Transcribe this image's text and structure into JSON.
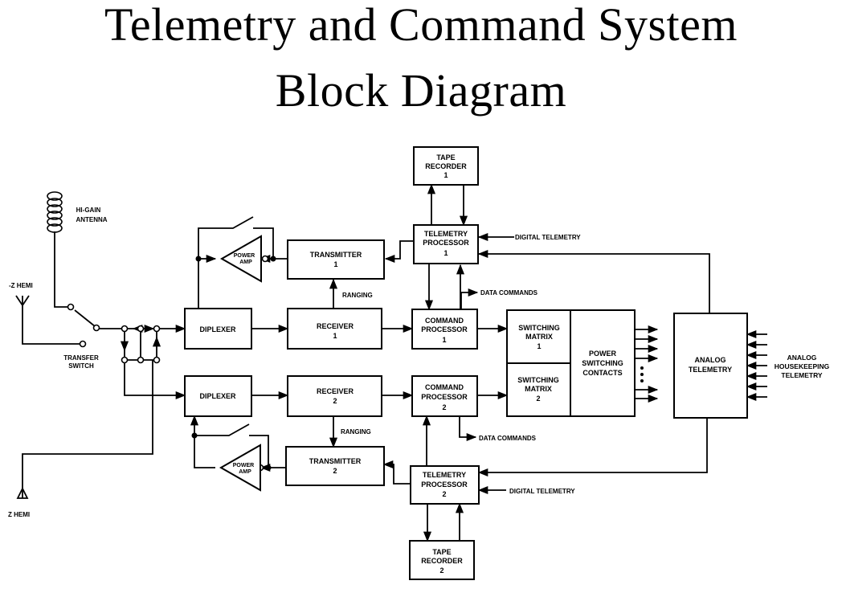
{
  "title": {
    "line1": "Telemetry and Command System",
    "line2": "Block Diagram"
  },
  "blocks": {
    "tape_recorder_1": [
      "TAPE",
      "RECORDER",
      "1"
    ],
    "tape_recorder_2": [
      "TAPE",
      "RECORDER",
      "2"
    ],
    "telemetry_processor_1": [
      "TELEMETRY",
      "PROCESSOR",
      "1"
    ],
    "telemetry_processor_2": [
      "TELEMETRY",
      "PROCESSOR",
      "2"
    ],
    "transmitter_1": [
      "TRANSMITTER",
      "1"
    ],
    "transmitter_2": [
      "TRANSMITTER",
      "2"
    ],
    "receiver_1": [
      "RECEIVER",
      "1"
    ],
    "receiver_2": [
      "RECEIVER",
      "2"
    ],
    "command_processor_1": [
      "COMMAND",
      "PROCESSOR",
      "1"
    ],
    "command_processor_2": [
      "COMMAND",
      "PROCESSOR",
      "2"
    ],
    "diplexer_1": "DIPLEXER",
    "diplexer_2": "DIPLEXER",
    "switching_matrix_1": [
      "SWITCHING",
      "MATRIX",
      "1"
    ],
    "switching_matrix_2": [
      "SWITCHING",
      "MATRIX",
      "2"
    ],
    "power_switching_contacts": [
      "POWER",
      "SWITCHING",
      "CONTACTS"
    ],
    "analog_telemetry": [
      "ANALOG",
      "TELEMETRY"
    ],
    "power_amp_1": [
      "POWER",
      "AMP"
    ],
    "power_amp_2": [
      "POWER",
      "AMP"
    ]
  },
  "labels": {
    "hi_gain_antenna": [
      "HI-GAIN",
      "ANTENNA"
    ],
    "z_hemi_top": "-Z HEMI",
    "z_hemi_bottom": "Z HEMI",
    "transfer_switch": [
      "TRANSFER",
      "SWITCH"
    ],
    "digital_telemetry_1": "DIGITAL TELEMETRY",
    "digital_telemetry_2": "DIGITAL TELEMETRY",
    "data_commands_1": "DATA COMMANDS",
    "data_commands_2": "DATA COMMANDS",
    "ranging_1": "RANGING",
    "ranging_2": "RANGING",
    "analog_housekeeping": [
      "ANALOG",
      "HOUSEKEEPING",
      "TELEMETRY"
    ]
  }
}
